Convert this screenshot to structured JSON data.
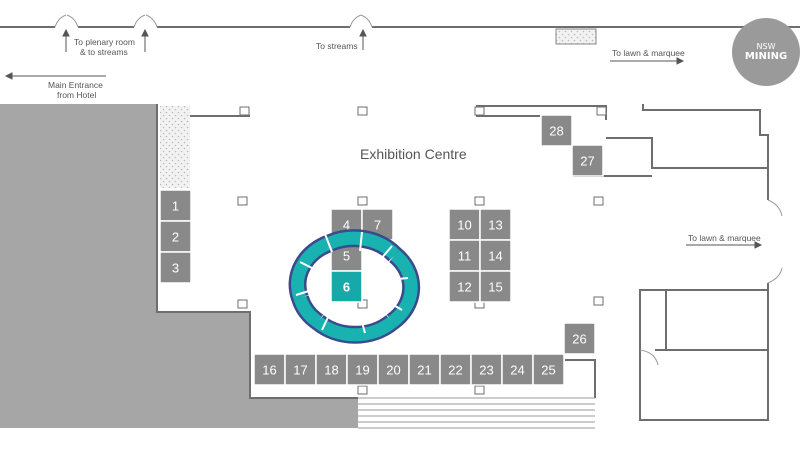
{
  "title": "Exhibition Centre",
  "labels": {
    "plenary": "To plenary room",
    "plenary_streams": "& to streams",
    "streams": "To streams",
    "lawn_top": "To lawn & marquee",
    "lawn_right": "To lawn & marquee",
    "main_entrance": "Main Entrance",
    "from_hotel": "from Hotel"
  },
  "logo": {
    "line1": "NSW",
    "line2": "MINING"
  },
  "colors": {
    "booth": "#898989",
    "booth_border": "#ffffff",
    "highlight": "#16a9a8",
    "structure_teal": "#18b2b0",
    "structure_dark": "#3b4a8c",
    "floor_gray": "#a4a4a4",
    "wall": "#6e6e6e",
    "logo": "#9a9a9a"
  },
  "booths": [
    {
      "id": "1"
    },
    {
      "id": "2"
    },
    {
      "id": "3"
    },
    {
      "id": "4"
    },
    {
      "id": "5"
    },
    {
      "id": "6",
      "highlighted": true
    },
    {
      "id": "7"
    },
    {
      "id": "10"
    },
    {
      "id": "11"
    },
    {
      "id": "12"
    },
    {
      "id": "13"
    },
    {
      "id": "14"
    },
    {
      "id": "15"
    },
    {
      "id": "16"
    },
    {
      "id": "17"
    },
    {
      "id": "18"
    },
    {
      "id": "19"
    },
    {
      "id": "20"
    },
    {
      "id": "21"
    },
    {
      "id": "22"
    },
    {
      "id": "23"
    },
    {
      "id": "24"
    },
    {
      "id": "25"
    },
    {
      "id": "26"
    },
    {
      "id": "27"
    },
    {
      "id": "28"
    }
  ]
}
